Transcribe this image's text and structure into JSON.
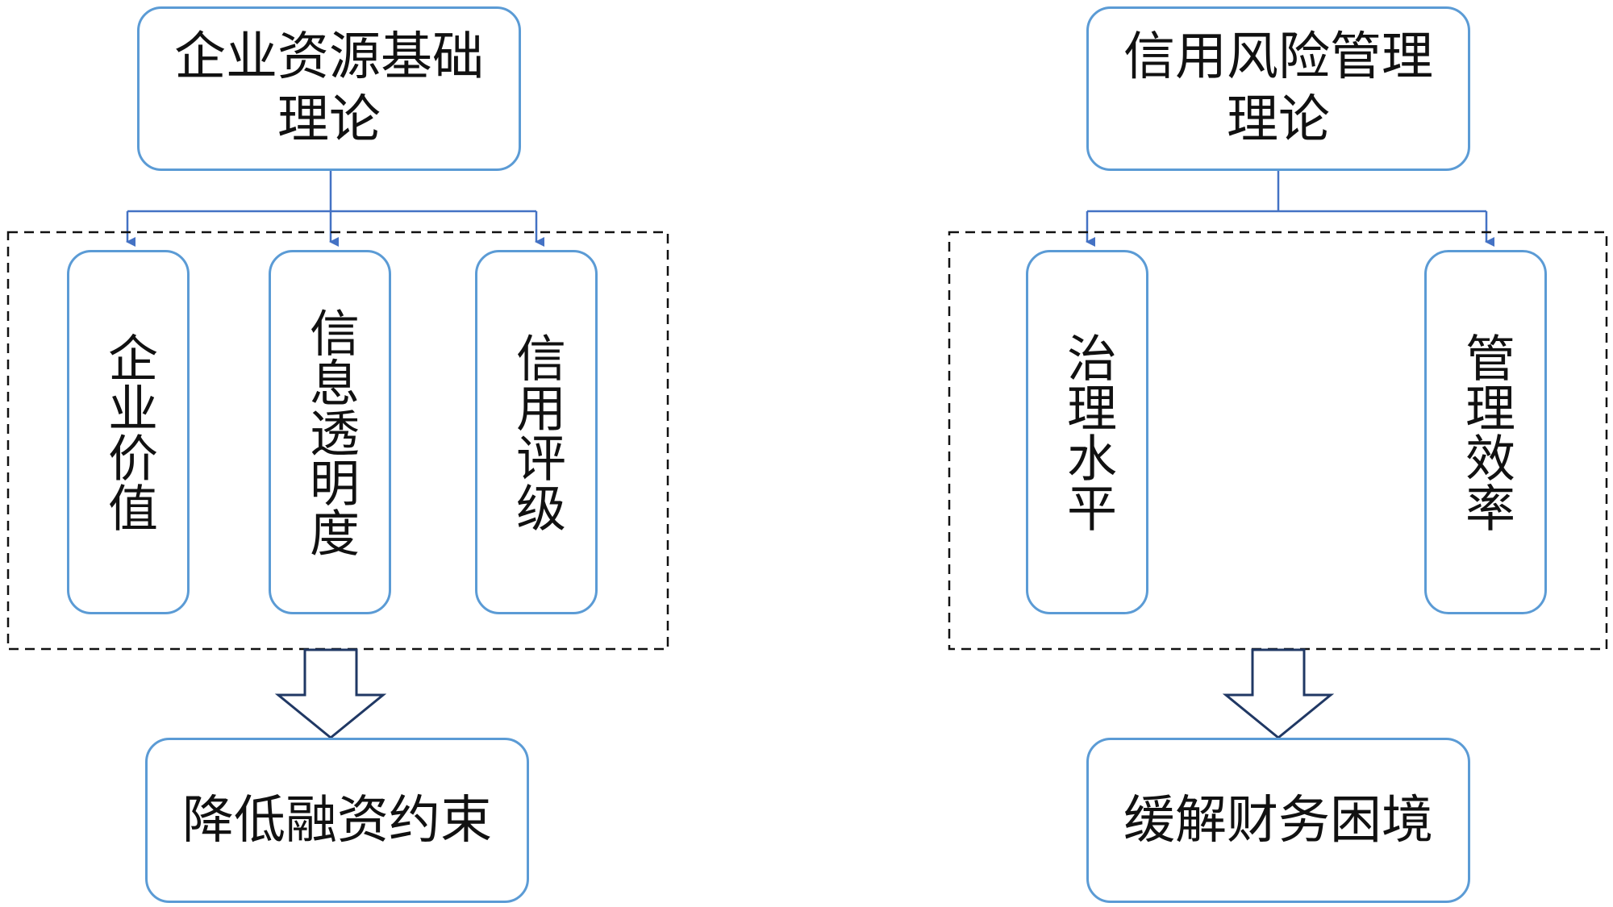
{
  "diagram": {
    "left": {
      "theory": {
        "line1": "企业资源基础",
        "line2": "理论"
      },
      "factors": [
        {
          "label": "企业价值"
        },
        {
          "label": "信息透明度"
        },
        {
          "label": "信用评级"
        }
      ],
      "result": "降低融资约束"
    },
    "right": {
      "theory": {
        "line1": "信用风险管理",
        "line2": "理论"
      },
      "factors": [
        {
          "label": "治理水平"
        },
        {
          "label": "管理效率"
        }
      ],
      "result": "缓解财务困境"
    },
    "colors": {
      "box_border": "#5b9bd5",
      "connector": "#4472c4",
      "dashed_frame": "#111111",
      "block_arrow": "#203864"
    }
  }
}
